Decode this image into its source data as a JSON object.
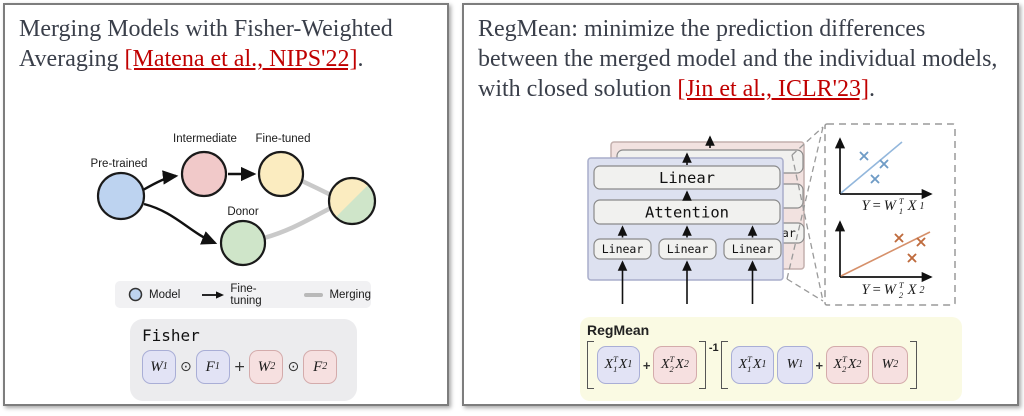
{
  "left_panel": {
    "title": {
      "text": "Merging Models with Fisher-Weighted Averaging ",
      "citation": "[Matena et al., NIPS'22]",
      "suffix": "."
    },
    "nodes": [
      {
        "label": "Pre-trained",
        "color": "#bdd3f0"
      },
      {
        "label": "Intermediate",
        "color": "#f1c9c9"
      },
      {
        "label": "Fine-tuned",
        "color": "#fbecc0"
      },
      {
        "label": "Donor",
        "color": "#cfe5c9"
      }
    ],
    "merged_node_colors": [
      "#fbecc0",
      "#cfe5c9"
    ],
    "legend": {
      "items": [
        "Model",
        "Fine-tuning",
        "Merging"
      ]
    },
    "fisher": {
      "label": "Fisher",
      "terms": [
        {
          "base": "W",
          "sub": "1"
        },
        {
          "op": "⊙"
        },
        {
          "base": "F",
          "sub": "1"
        },
        {
          "op": "+"
        },
        {
          "base": "W",
          "sub": "2"
        },
        {
          "op": "⊙"
        },
        {
          "base": "F",
          "sub": "2"
        }
      ]
    }
  },
  "right_panel": {
    "title": {
      "text": "RegMean: minimize the prediction differences between the merged model and the individual models, with closed solution ",
      "citation": "[Jin et al., ICLR'23]",
      "suffix": "."
    },
    "architecture": {
      "top_box": "Linear",
      "mid_box": "Attention",
      "bottom_boxes": [
        "Linear",
        "Linear",
        "Linear"
      ]
    },
    "plots": [
      {
        "equation": {
          "lhs": "Y",
          "rel": "=",
          "base": "W",
          "sup": "T",
          "sub": "1",
          "x": "X",
          "xsub": "1"
        },
        "line_color": "#93b7dc",
        "mark_color": "#6f9cc6"
      },
      {
        "equation": {
          "lhs": "Y",
          "rel": "=",
          "base": "W",
          "sup": "T",
          "sub": "2",
          "x": "X",
          "xsub": "2"
        },
        "line_color": "#d6906a",
        "mark_color": "#bf6b3d"
      }
    ],
    "regmean": {
      "label": "RegMean",
      "inverse_sup": "-1",
      "group1": [
        {
          "b1": "X",
          "sup": "T",
          "sub": "1",
          "b2": "X",
          "sub2": "1",
          "color": "blue"
        },
        {
          "op": "+"
        },
        {
          "b1": "X",
          "sup": "T",
          "sub": "2",
          "b2": "X",
          "sub2": "2",
          "color": "pink"
        }
      ],
      "group2": [
        {
          "b1": "X",
          "sup": "T",
          "sub": "1",
          "b2": "X",
          "sub2": "1",
          "color": "blue"
        },
        {
          "base": "W",
          "sub": "1",
          "color": "blue"
        },
        {
          "op": "+"
        },
        {
          "b1": "X",
          "sup": "T",
          "sub": "2",
          "b2": "X",
          "sub2": "2",
          "color": "pink"
        },
        {
          "base": "W",
          "sub": "2",
          "color": "pink"
        }
      ]
    }
  },
  "colors": {
    "citation_red": "#c00000",
    "title_text": "#3a3f4a",
    "panel_border": "#7d7d7d",
    "front_card": "#dde1f0",
    "back_card": "#f2e2e0",
    "inner_box": "#f1f1ef",
    "gray_box": "#ececee",
    "yellow_box": "#fafae3",
    "merging_line": "#c9c9c9",
    "chip_blue": "#e2e3f5",
    "chip_pink": "#f6e0e0"
  }
}
